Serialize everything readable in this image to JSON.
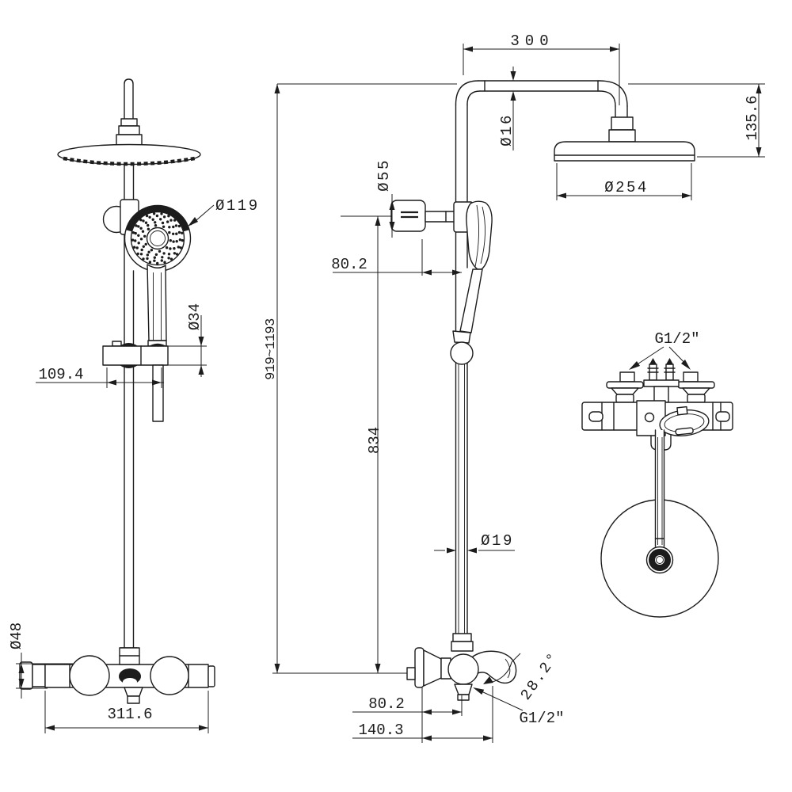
{
  "style": {
    "line_color": "#1c1c1c",
    "background": "#ffffff"
  },
  "dims": {
    "top_width": "300",
    "head_drop": "135.6",
    "arm_dia": "Ø16",
    "head_dia": "Ø254",
    "wall_bracket_dia": "Ø55",
    "wall_offset_top": "80.2",
    "overall_height": "919~1193",
    "rail_length": "834",
    "riser_dia": "Ø19",
    "hand_shower_dia": "Ø119",
    "slider_dia": "Ø34",
    "slider_width": "109.4",
    "valve_dia": "Ø48",
    "valve_width": "311.6",
    "wall_offset_bottom": "80.2",
    "spout_reach": "140.3",
    "spout_angle": "28.2°",
    "spout_thread": "G1/2\"",
    "inlet_thread": "G1/2\""
  }
}
